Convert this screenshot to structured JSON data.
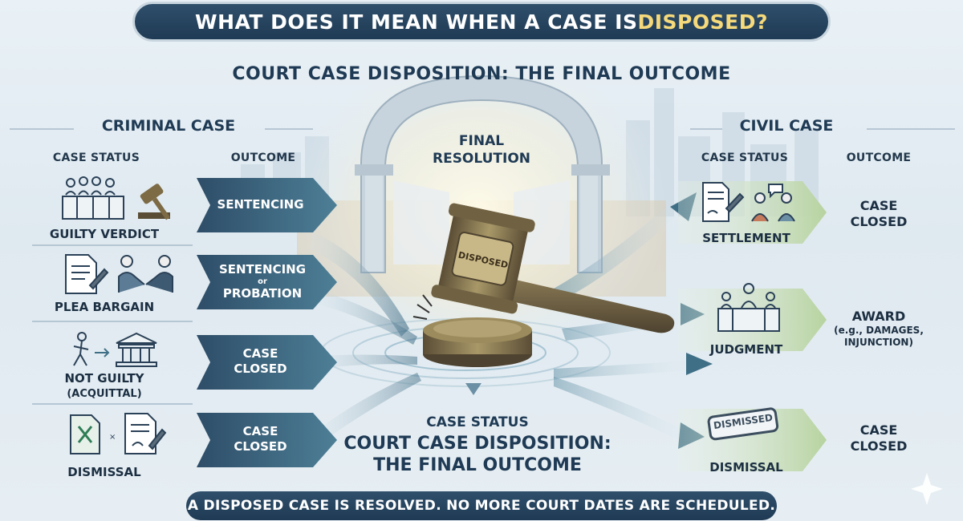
{
  "title": {
    "part1": "WHAT DOES IT MEAN WHEN A CASE IS ",
    "part2": "DISPOSED?"
  },
  "subtitle": "COURT CASE DISPOSITION: THE FINAL OUTCOME",
  "criminal": {
    "heading": "CRIMINAL CASE",
    "col_status": "CASE STATUS",
    "col_outcome": "OUTCOME",
    "rows": [
      {
        "status": "GUILTY VERDICT",
        "outcome": "SENTENCING",
        "outcome_small": "",
        "outcome2": ""
      },
      {
        "status": "PLEA BARGAIN",
        "outcome": "SENTENCING",
        "outcome_small": "or",
        "outcome2": "PROBATION"
      },
      {
        "status": "NOT GUILTY",
        "status2": "(ACQUITTAL)",
        "outcome": "CASE",
        "outcome2": "CLOSED"
      },
      {
        "status": "DISMISSAL",
        "outcome": "CASE",
        "outcome2": "CLOSED"
      }
    ]
  },
  "center": {
    "arch_line1": "FINAL",
    "arch_line2": "RESOLUTION",
    "gavel_stamp": "DISPOSED",
    "status_label": "CASE STATUS",
    "big_line1": "COURT CASE DISPOSITION:",
    "big_line2": "THE FINAL OUTCOME"
  },
  "civil": {
    "heading": "CIVIL CASE",
    "col_status": "CASE STATUS",
    "col_outcome": "OUTCOME",
    "rows": [
      {
        "status": "SETTLEMENT",
        "outcome1": "CASE",
        "outcome2": "CLOSED"
      },
      {
        "status": "JUDGMENT",
        "outcome1": "AWARD",
        "outcome_small1": "(e.g., DAMAGES,",
        "outcome_small2": "INJUNCTION)"
      },
      {
        "status": "DISMISSAL",
        "stamp": "DISMISSED",
        "outcome1": "CASE",
        "outcome2": "CLOSED"
      }
    ]
  },
  "footer": "A DISPOSED CASE IS RESOLVED. NO MORE COURT DATES ARE SCHEDULED.",
  "colors": {
    "navy": "#1f3a54",
    "teal": "#3f6f86",
    "green": "#a9c98f",
    "gold": "#f5d97a"
  }
}
